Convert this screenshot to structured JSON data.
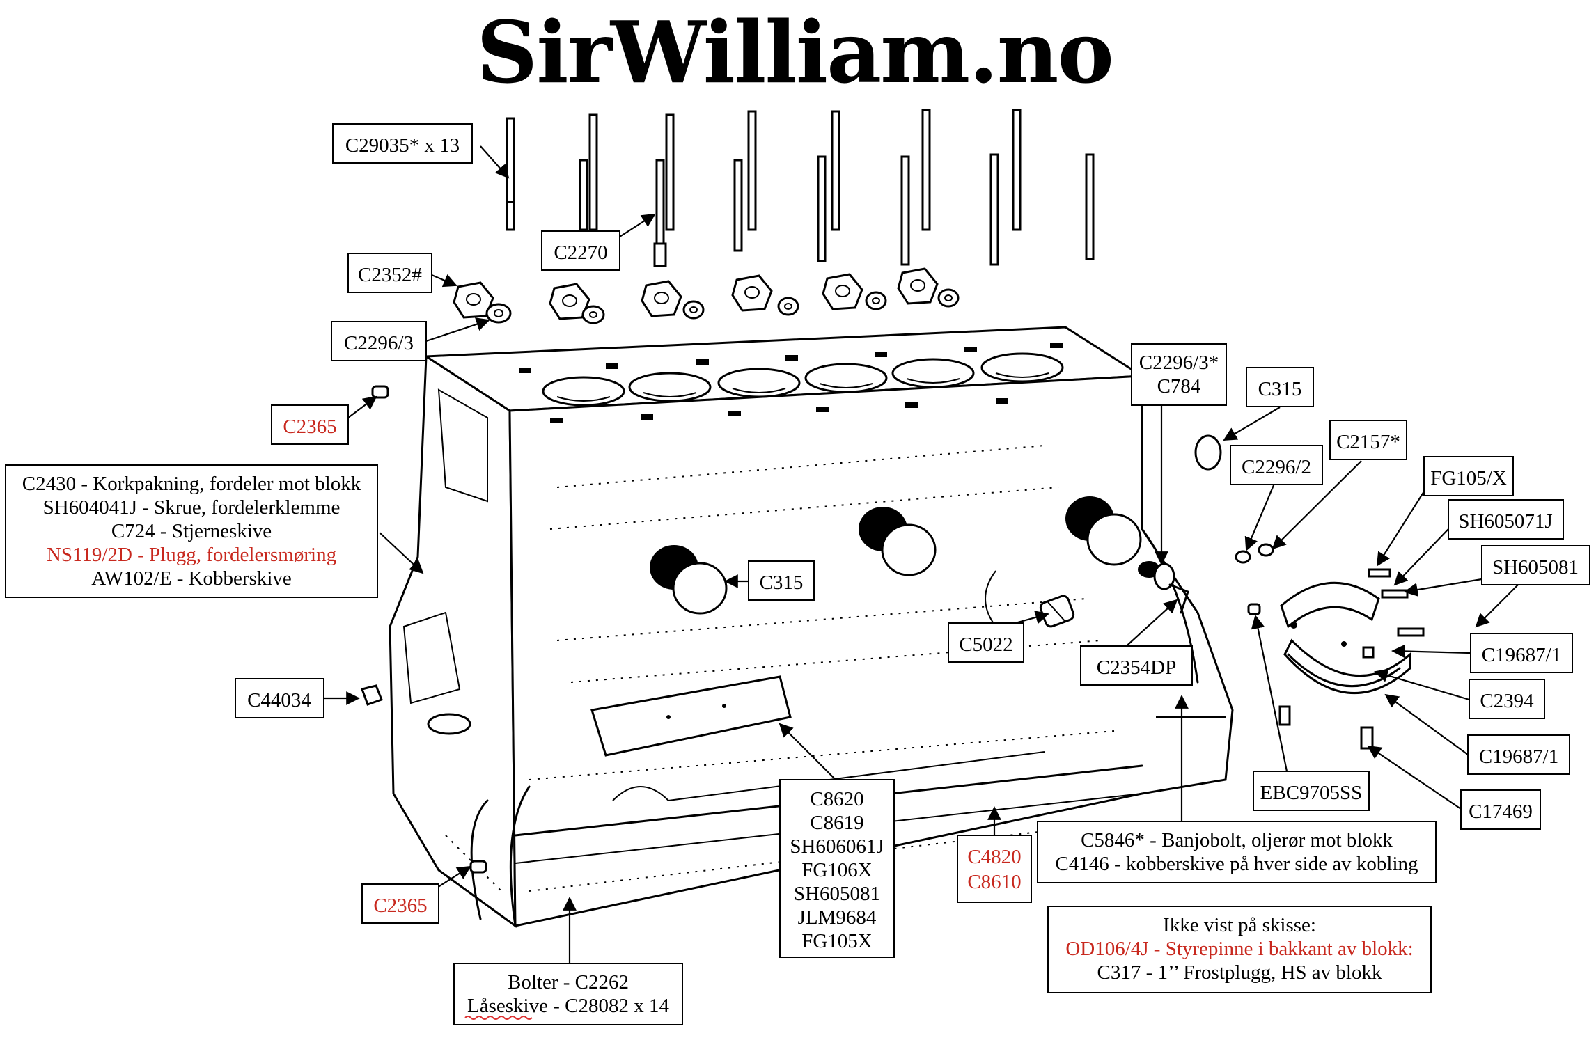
{
  "brand": {
    "title": "SirWilliam.no"
  },
  "colors": {
    "ink": "#000000",
    "accent_red": "#c8281e",
    "background": "#ffffff"
  },
  "labels": {
    "studs": "C29035* x 13",
    "stud_short": "C2270",
    "nut": "C2352#",
    "washer_top": "C2296/3",
    "dowel_top": "C2365",
    "distributor": [
      {
        "text": "C2430 - Korkpakning, fordeler mot blokk",
        "red": false
      },
      {
        "text": "SH604041J - Skrue, fordelerklemme",
        "red": false
      },
      {
        "text": "C724 - Stjerneskive",
        "red": false
      },
      {
        "text": "NS119/2D - Plugg, fordelersmøring",
        "red": true
      },
      {
        "text": "AW102/E - Kobberskive",
        "red": false
      }
    ],
    "core_plug_side": "C315",
    "plug_c44034": "C44034",
    "dowel_bottom": "C2365",
    "bolts": [
      "Bolter - C2262",
      "Låseskive - C28082 x 14"
    ],
    "side_cover": [
      "C8620",
      "C8619",
      "SH606061J",
      "FG106X",
      "SH605081",
      "JLM9684",
      "FG105X"
    ],
    "sump_studs": [
      "C4820",
      "C8610"
    ],
    "plug_c5022": "C5022",
    "union": "C2354DP",
    "washer_rear": [
      "C2296/3*",
      "C784"
    ],
    "core_plug_rear": "C315",
    "washer_c2296_2": "C2296/2",
    "c2157": "C2157*",
    "fg105x": "FG105/X",
    "sh605071j": "SH605071J",
    "sh605081": "SH605081",
    "c19687_1_top": "C19687/1",
    "c2394": "C2394",
    "c19687_1_bottom": "C19687/1",
    "ebc9705ss": "EBC9705SS",
    "c17469": "C17469",
    "banjo": [
      "C5846* - Banjobolt, oljerør mot blokk",
      "C4146 - kobberskive på hver side av kobling"
    ],
    "not_shown": [
      {
        "text": "Ikke vist på skisse:",
        "red": false
      },
      {
        "text": "OD106/4J - Styrepinne i bakkant av blokk:",
        "red": true
      },
      {
        "text": "C317 - 1’’ Frostplugg, HS av blokk",
        "red": false
      }
    ]
  }
}
